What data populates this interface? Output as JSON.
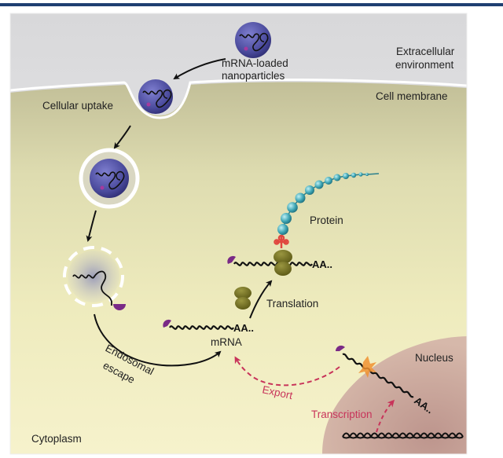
{
  "figure": {
    "title": "mRNA nanoparticle delivery and translation pathway",
    "regions": {
      "extracellular": "Extracellular environment",
      "extracellular_lines": [
        "Extracellular",
        "environment"
      ],
      "membrane": "Cell membrane",
      "cytoplasm": "Cytoplasm",
      "nucleus": "Nucleus"
    },
    "labels": {
      "nanoparticles_lines": [
        "mRNA-loaded",
        "nanoparticles"
      ],
      "cellular_uptake": "Cellular uptake",
      "endosomal_escape_lines": [
        "Endosomal",
        "escape"
      ],
      "mrna": "mRNA",
      "translation": "Translation",
      "protein": "Protein",
      "export": "Export",
      "transcription": "Transcription",
      "poly_a_tail": "AA.."
    },
    "colors": {
      "header_line": "#1f3f72",
      "extracellular_bg": "#e4e4e6",
      "cytoplasm_bg": "#efebbc",
      "membrane_band": "#c8c49c",
      "nanoparticle": "#4b4a9e",
      "cap": "#7a2a86",
      "ribosome": "#7d7a2a",
      "protein_bead": "#3fa6b5",
      "trna": "#e0473f",
      "nucleus": "#c9a89f",
      "red_arrow": "#c8345a"
    }
  }
}
